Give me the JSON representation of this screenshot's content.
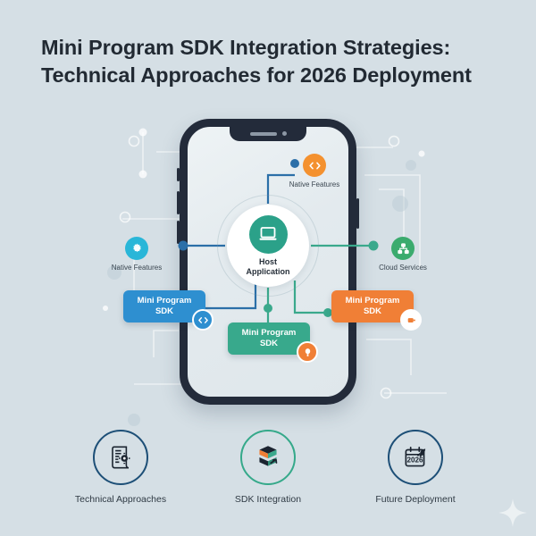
{
  "page": {
    "background_color": "#d5dfe5",
    "title_lines": [
      "Mini Program SDK Integration Strategies:",
      "Technical Approaches for 2026 Deployment"
    ]
  },
  "device": {
    "name": "smartphone-frame",
    "frame_color": "#232b3a",
    "screen_color": "#e6edf0"
  },
  "diagram": {
    "hub": {
      "label_line1": "Host",
      "label_line2": "Application",
      "icon": "laptop-icon",
      "color": "#2ba189"
    },
    "sdk_nodes": [
      {
        "label_line1": "Mini Program",
        "label_line2": "SDK",
        "color": "#2e8fd0",
        "chip_icon": "code-brackets-icon",
        "chip_color": "#2e8fd0"
      },
      {
        "label_line1": "Mini Program",
        "label_line2": "SDK",
        "color": "#38a98c",
        "chip_icon": "plug-icon",
        "chip_color": "#f07f36"
      },
      {
        "label_line1": "Mini Program",
        "label_line2": "SDK",
        "color": "#f07f36",
        "chip_icon": "plug-icon",
        "chip_color": "#ffffff"
      }
    ],
    "satellites": [
      {
        "label": "Native Features",
        "icon": "code-brackets-icon",
        "color": "#f4912f"
      },
      {
        "label": "Native Features",
        "icon": "gear-icon",
        "color": "#29b6d8"
      },
      {
        "label": "Cloud Services",
        "icon": "network-nodes-icon",
        "color": "#3bab6e"
      }
    ]
  },
  "features": [
    {
      "label": "Technical Approaches",
      "icon": "document-gear-icon",
      "ring_color": "#1d4f77"
    },
    {
      "label": "SDK Integration",
      "icon": "stacked-boxes-arrow-icon",
      "ring_color": "#35a98a"
    },
    {
      "label": "Future Deployment",
      "icon": "calendar-rocket-icon",
      "ring_color": "#1d4f77",
      "year": "2026"
    }
  ],
  "decor": {
    "sparkle": "sparkle-icon"
  }
}
